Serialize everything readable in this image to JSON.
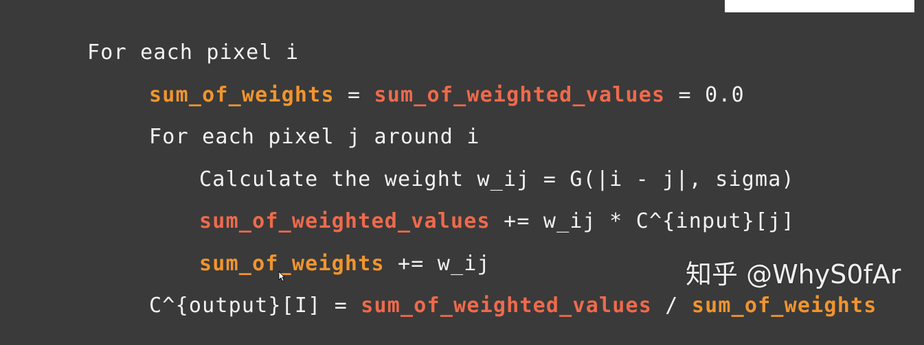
{
  "lines": {
    "l1": {
      "text": "For each pixel i"
    },
    "l2": {
      "a": "sum_of_weights",
      "b": " = ",
      "c": "sum_of_weighted_values",
      "d": " = 0.0"
    },
    "l3": {
      "text": "For each pixel j around i"
    },
    "l4": {
      "text": "Calculate the weight w_ij = G(|i - j|, sigma)"
    },
    "l5": {
      "a": "sum_of_weighted_values",
      "b": " += w_ij * C^{input}[j]"
    },
    "l6": {
      "a": "sum_of_weights",
      "b": " += w_ij"
    },
    "l7": {
      "a": "C^{output}[I]",
      "b": " = ",
      "c": "sum_of_weighted_values",
      "d": " / ",
      "e": "sum_of_weights"
    }
  },
  "watermark": "知乎 @WhyS0fAr",
  "colors": {
    "background": "#3a3a3a",
    "text": "#f2f2f2",
    "weights_orange": "#f0952f",
    "weighted_values_red": "#ee6a4c"
  }
}
